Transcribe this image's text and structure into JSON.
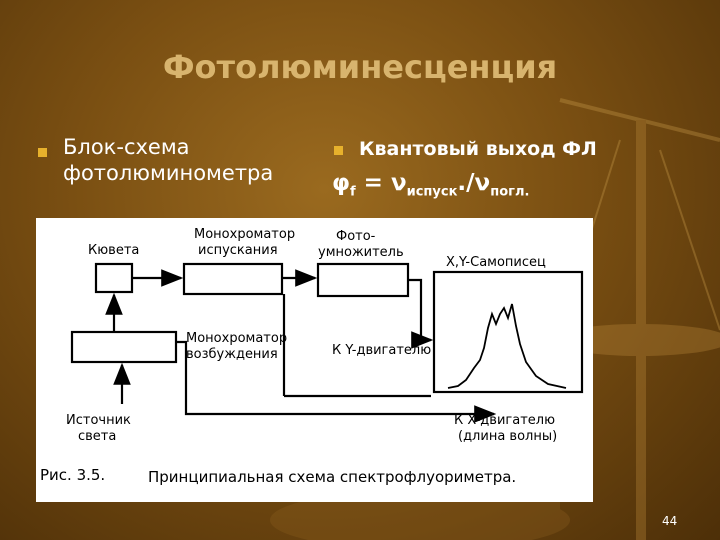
{
  "slide": {
    "title": "Фотолюминесценция",
    "left_bullet": "Блок-схема фотолюминометра",
    "right_bullet": "Квантовый выход ФЛ",
    "formula": {
      "lhs": "φ",
      "lhs_sub": "f",
      "eq": " = ν",
      "num_sub": "испуск",
      "mid": "./ν",
      "den_sub": "погл."
    },
    "page_number": "44"
  },
  "diagram": {
    "cuvette": "Кювета",
    "emission_mono_1": "Монохроматор",
    "emission_mono_2": "испускания",
    "pmt_1": "Фото-",
    "pmt_2": "умножитель",
    "recorder": "X,Y-Самописец",
    "y_motor": "К Y-двигателю",
    "excitation_mono_1": "Монохроматор",
    "excitation_mono_2": "возбуждения",
    "source_1": "Источник",
    "source_2": "света",
    "x_motor": "К X-двигателю",
    "x_motor_2": "(длина волны)",
    "caption_fig": "Рис. 3.5.",
    "caption_text": "Принципиальная  схема  спектрофлуориметра."
  },
  "colors": {
    "bullet": "#e7b12c",
    "title": "#d8b46e",
    "text": "#ffffff"
  }
}
